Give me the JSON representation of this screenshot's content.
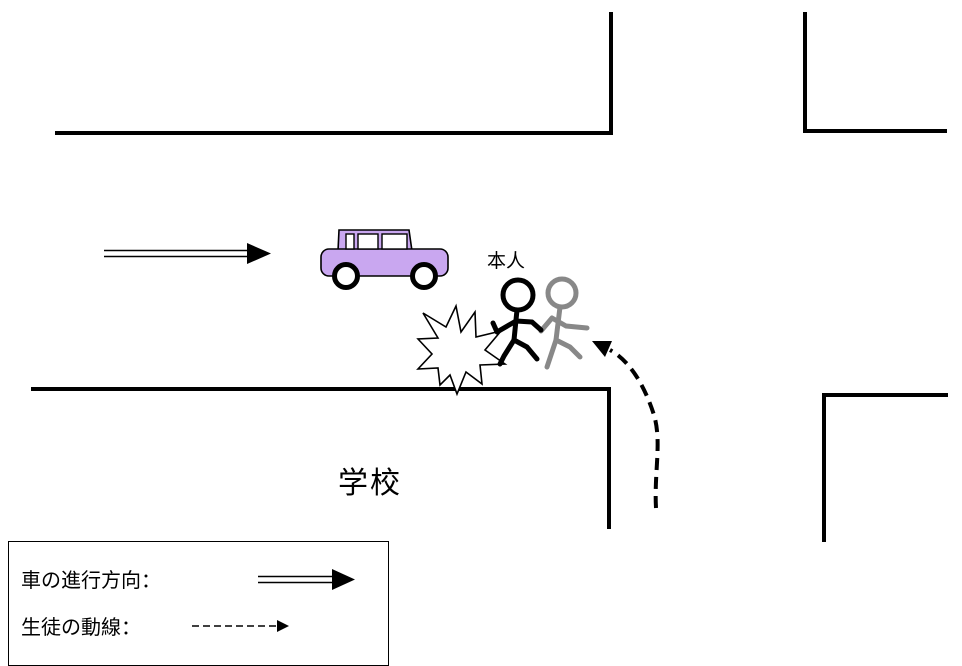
{
  "labels": {
    "person": "本人",
    "school": "学校"
  },
  "legend": {
    "car_direction": "車の進行方向：",
    "student_path": "生徒の動線："
  },
  "colors": {
    "car_body": "#c9a7f0",
    "person_main": "#000000",
    "person_other": "#888888"
  },
  "icons": {
    "car": "car-icon",
    "collision": "collision-burst-icon",
    "person_main": "stick-figure-icon",
    "person_other": "stick-figure-icon",
    "car_arrow": "double-arrow-icon",
    "path_arrow": "dashed-arrow-icon"
  }
}
